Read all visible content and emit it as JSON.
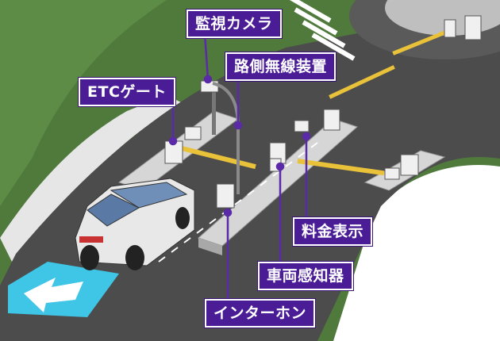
{
  "callouts": {
    "surveillance_camera": "監視カメラ",
    "roadside_radio": "路側無線装置",
    "etc_gate": "ETCゲート",
    "fee_display": "料金表示",
    "vehicle_sensor": "車両感知器",
    "intercom": "インターホン"
  },
  "colors": {
    "callout_bg": "#4a1d96",
    "leader_line": "#5b2aa8",
    "grass": "#4f7a3c",
    "road": "#4c4c4c",
    "island": "#d6d6d6",
    "barrier": "#e9c23a",
    "lane_marking": "#3fc6e6"
  }
}
